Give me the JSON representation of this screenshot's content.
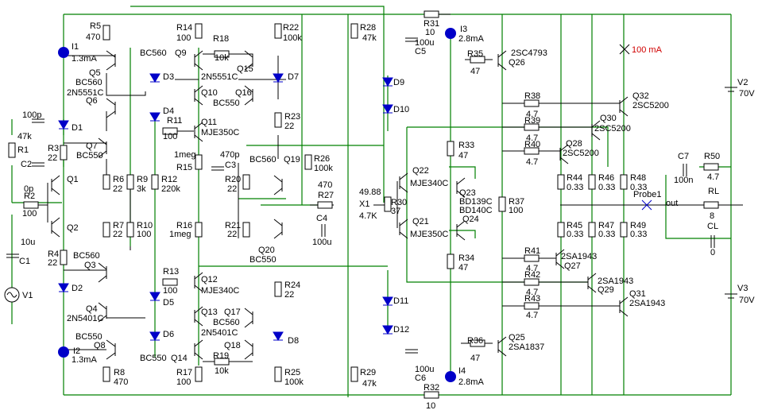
{
  "labels": {
    "R5": "R5",
    "R5v": "470",
    "I1": "I1",
    "I1v": "1.3mA",
    "R14": "R14",
    "R14v": "100",
    "R18": "R18",
    "R18v": "10k",
    "R22": "R22",
    "R22v": "100k",
    "R28": "R28",
    "R28v": "47k",
    "R31": "R31",
    "R31v": "10",
    "C5": "C5",
    "C5v": "100u",
    "I3": "I3",
    "I3v": "2.8mA",
    "R35": "R35",
    "R35v": "47",
    "Q26": "Q26",
    "Q26t": "2SC4793",
    "BC560a": "BC560",
    "Q9": "Q9",
    "D3": "D3",
    "Q15": "Q15",
    "Q15t": "2N5551C",
    "D7": "D7",
    "Q5": "Q5",
    "Q5t": "BC560",
    "Q5t2": "2N5551C",
    "Q10": "Q10",
    "Q16": "Q16",
    "Q16t": "BC550",
    "D9": "D9",
    "D10": "D10",
    "R38": "R38",
    "R38v": "4.7",
    "Q32": "Q32",
    "Q32t": "2SC5200",
    "V2": "V2",
    "V2v": "70V",
    "C1p": "100p",
    "Q6": "Q6",
    "D4": "D4",
    "R11": "R11",
    "R11v": "100",
    "Q11": "Q11",
    "Q11t": "MJE350C",
    "R23": "R23",
    "R23v": "22",
    "R39": "R39",
    "R39v": "4.7",
    "Q30": "Q30",
    "Q30t": "2SC5200",
    "R1": "R1",
    "R1v": "47k",
    "D1": "D1",
    "R3": "R3",
    "R3v": "22",
    "C2": "C2",
    "Q7": "Q7",
    "Q7t": "BC550",
    "R15": "R15",
    "R15v": "1meg",
    "C3": "C3",
    "C3v": "470p",
    "BC560b": "BC560",
    "Q19": "Q19",
    "R26": "R26",
    "R26v": "100k",
    "R33": "R33",
    "R33v": "47",
    "R40": "R40",
    "R40v": "4.7",
    "Q28": "Q28",
    "Q28t": "2SC5200",
    "C7": "C7",
    "C7v": "100n",
    "R50": "R50",
    "R50v": "4.7",
    "Q1": "Q1",
    "R6": "R6",
    "R6v": "22",
    "R9": "R9",
    "R9v": "3k",
    "R12": "R12",
    "R12v": "220k",
    "R20": "R20",
    "R20v": "22",
    "R27": "R27",
    "R27v": "470",
    "X1v": "49.88",
    "X1": "X1",
    "X1t": "4.7K",
    "Q22": "Q22",
    "Q22t": "MJE340C",
    "Q23": "Q23",
    "Q23t": "BD139C",
    "R37": "R37",
    "R37v": "100",
    "R44": "R44",
    "R44v": "0.33",
    "R46": "R46",
    "R46v": "0.33",
    "R48": "R48",
    "R48v": "0.33",
    "RL": "RL",
    "RLv": "8",
    "Probe1": "Probe1",
    "out": "out",
    "R2": "R2",
    "R2v": "100",
    "C2v": "0p",
    "Q2": "Q2",
    "R7": "R7",
    "R7v": "22",
    "R10": "R10",
    "R10v": "100",
    "R16": "R16",
    "R16v": "1meg",
    "R21": "R21",
    "R21v": "22",
    "Q20": "Q20",
    "Q20t": "BC550",
    "C4": "C4",
    "C4v": "100u",
    "R30": "R30",
    "R30v": "37",
    "Q21": "Q21",
    "Q21t": "MJE350C",
    "Q24t": "BD140C",
    "Q24": "Q24",
    "R45": "R45",
    "R45v": "0.33",
    "R47": "R47",
    "R47v": "0.33",
    "R49": "R49",
    "R49v": "0.33",
    "CL": "CL",
    "CLv": "0",
    "C1": "C1",
    "C1v": "10u",
    "R4": "R4",
    "R4v": "22",
    "Q3t": "BC560",
    "Q3": "Q3",
    "R13": "R13",
    "R13v": "100",
    "Q12": "Q12",
    "Q12t": "MJE340C",
    "R34": "R34",
    "R34v": "47",
    "R41": "R41",
    "R41v": "4.7",
    "Q27": "Q27",
    "Q27t": "2SA1943",
    "V1": "V1",
    "D2": "D2",
    "D5": "D5",
    "R24": "R24",
    "R24v": "22",
    "R42": "R42",
    "R42v": "4.7",
    "Q29": "Q29",
    "Q29t": "2SA1943",
    "V3": "V3",
    "V3v": "70V",
    "Q4": "Q4",
    "Q4t": "2N5401C",
    "Q13": "Q13",
    "Q17": "Q17",
    "Q17t": "BC560",
    "D11": "D11",
    "R43": "R43",
    "R43v": "4.7",
    "Q31": "Q31",
    "Q31t": "2SA1943",
    "D6": "D6",
    "Q13t": "2N5401C",
    "D12": "D12",
    "BC550c": "BC550",
    "Q8": "Q8",
    "Q18": "Q18",
    "D8": "D8",
    "R36": "R36",
    "R36v": "47",
    "Q25": "Q25",
    "Q25t": "2SA1837",
    "I2": "I2",
    "I2v": "1.3mA",
    "BC550d": "BC550",
    "Q14": "Q14",
    "R19": "R19",
    "R19v": "10k",
    "C6": "C6",
    "C6v": "100u",
    "R8": "R8",
    "R8v": "470",
    "R17": "R17",
    "R17v": "100",
    "R25": "R25",
    "R25v": "100k",
    "R29": "R29",
    "R29v": "47k",
    "I4": "I4",
    "I4v": "2.8mA",
    "R32": "R32",
    "R32v": "10",
    "probe100": "100 mA"
  }
}
